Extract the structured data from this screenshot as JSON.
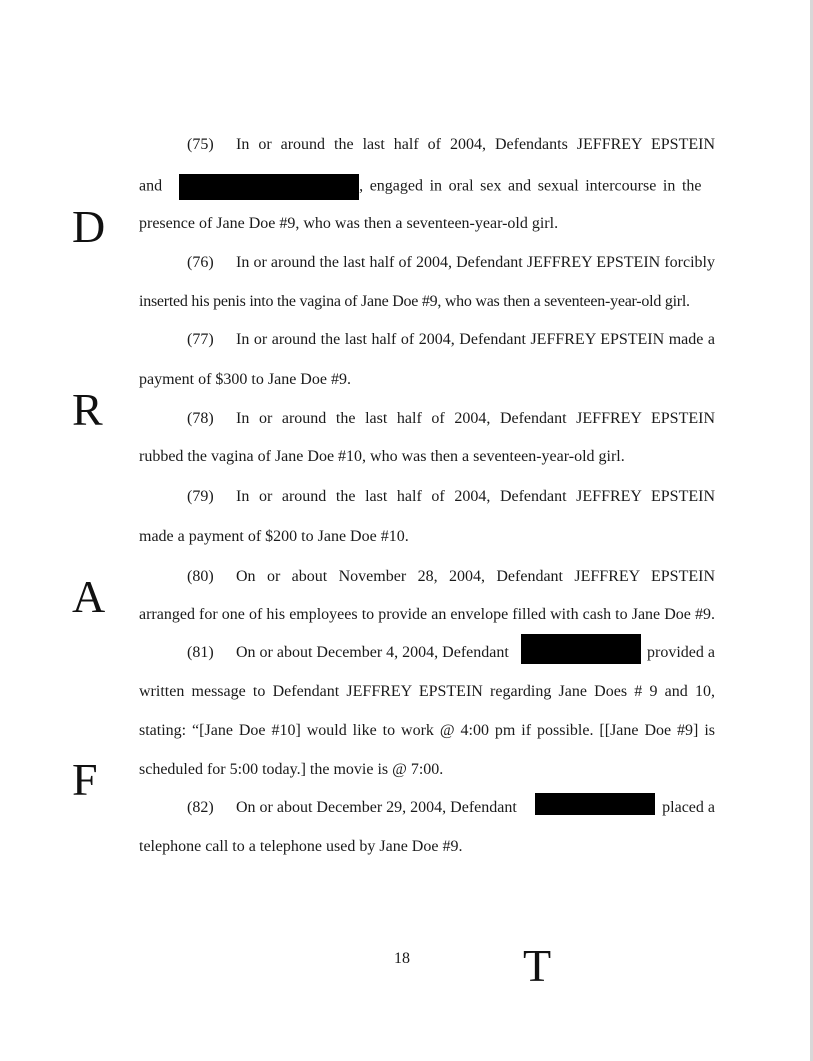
{
  "page_number": "18",
  "watermark": [
    "D",
    "R",
    "A",
    "F",
    "T"
  ],
  "paragraphs": [
    {
      "num": "(75)",
      "l1": "In or around the last half of 2004, Defendants JEFFREY EPSTEIN",
      "l2a": "and",
      "l2b": ", engaged in oral sex and sexual intercourse in the",
      "l3": "presence of  Jane Doe #9, who was then a seventeen-year-old girl."
    },
    {
      "num": "(76)",
      "l1": "In or around the last half of 2004, Defendant JEFFREY EPSTEIN forcibly",
      "l2": "inserted his penis into the vagina of Jane Doe #9, who was then a seventeen-year-old girl."
    },
    {
      "num": "(77)",
      "l1": "In or around the last half of 2004, Defendant JEFFREY EPSTEIN made a",
      "l2": "payment of $300 to Jane Doe #9."
    },
    {
      "num": "(78)",
      "l1": "In or around the last half of 2004, Defendant JEFFREY EPSTEIN",
      "l2": "rubbed the vagina of Jane Doe #10, who was then a seventeen-year-old girl."
    },
    {
      "num": "(79)",
      "l1": "In or around the last half of 2004, Defendant JEFFREY EPSTEIN",
      "l2": "made a payment of $200 to Jane Doe #10."
    },
    {
      "num": "(80)",
      "l1": "On or about November 28, 2004, Defendant JEFFREY EPSTEIN",
      "l2": "arranged for one of his employees to provide an envelope filled with cash to Jane Doe #9."
    },
    {
      "num": "(81)",
      "l1a": "On or about December 4, 2004, Defendant",
      "l1b": "provided a",
      "l2": "written message to Defendant JEFFREY EPSTEIN regarding Jane Does # 9 and 10,",
      "l3": "stating:  “[Jane Doe #10] would like to work @ 4:00 pm if possible. [[Jane Doe #9] is",
      "l4": "scheduled for 5:00 today.]   the movie is @ 7:00."
    },
    {
      "num": "(82)",
      "l1a": "On or about December 29, 2004, Defendant",
      "l1b": "placed a",
      "l2": "telephone call to a telephone used by Jane Doe #9."
    }
  ]
}
